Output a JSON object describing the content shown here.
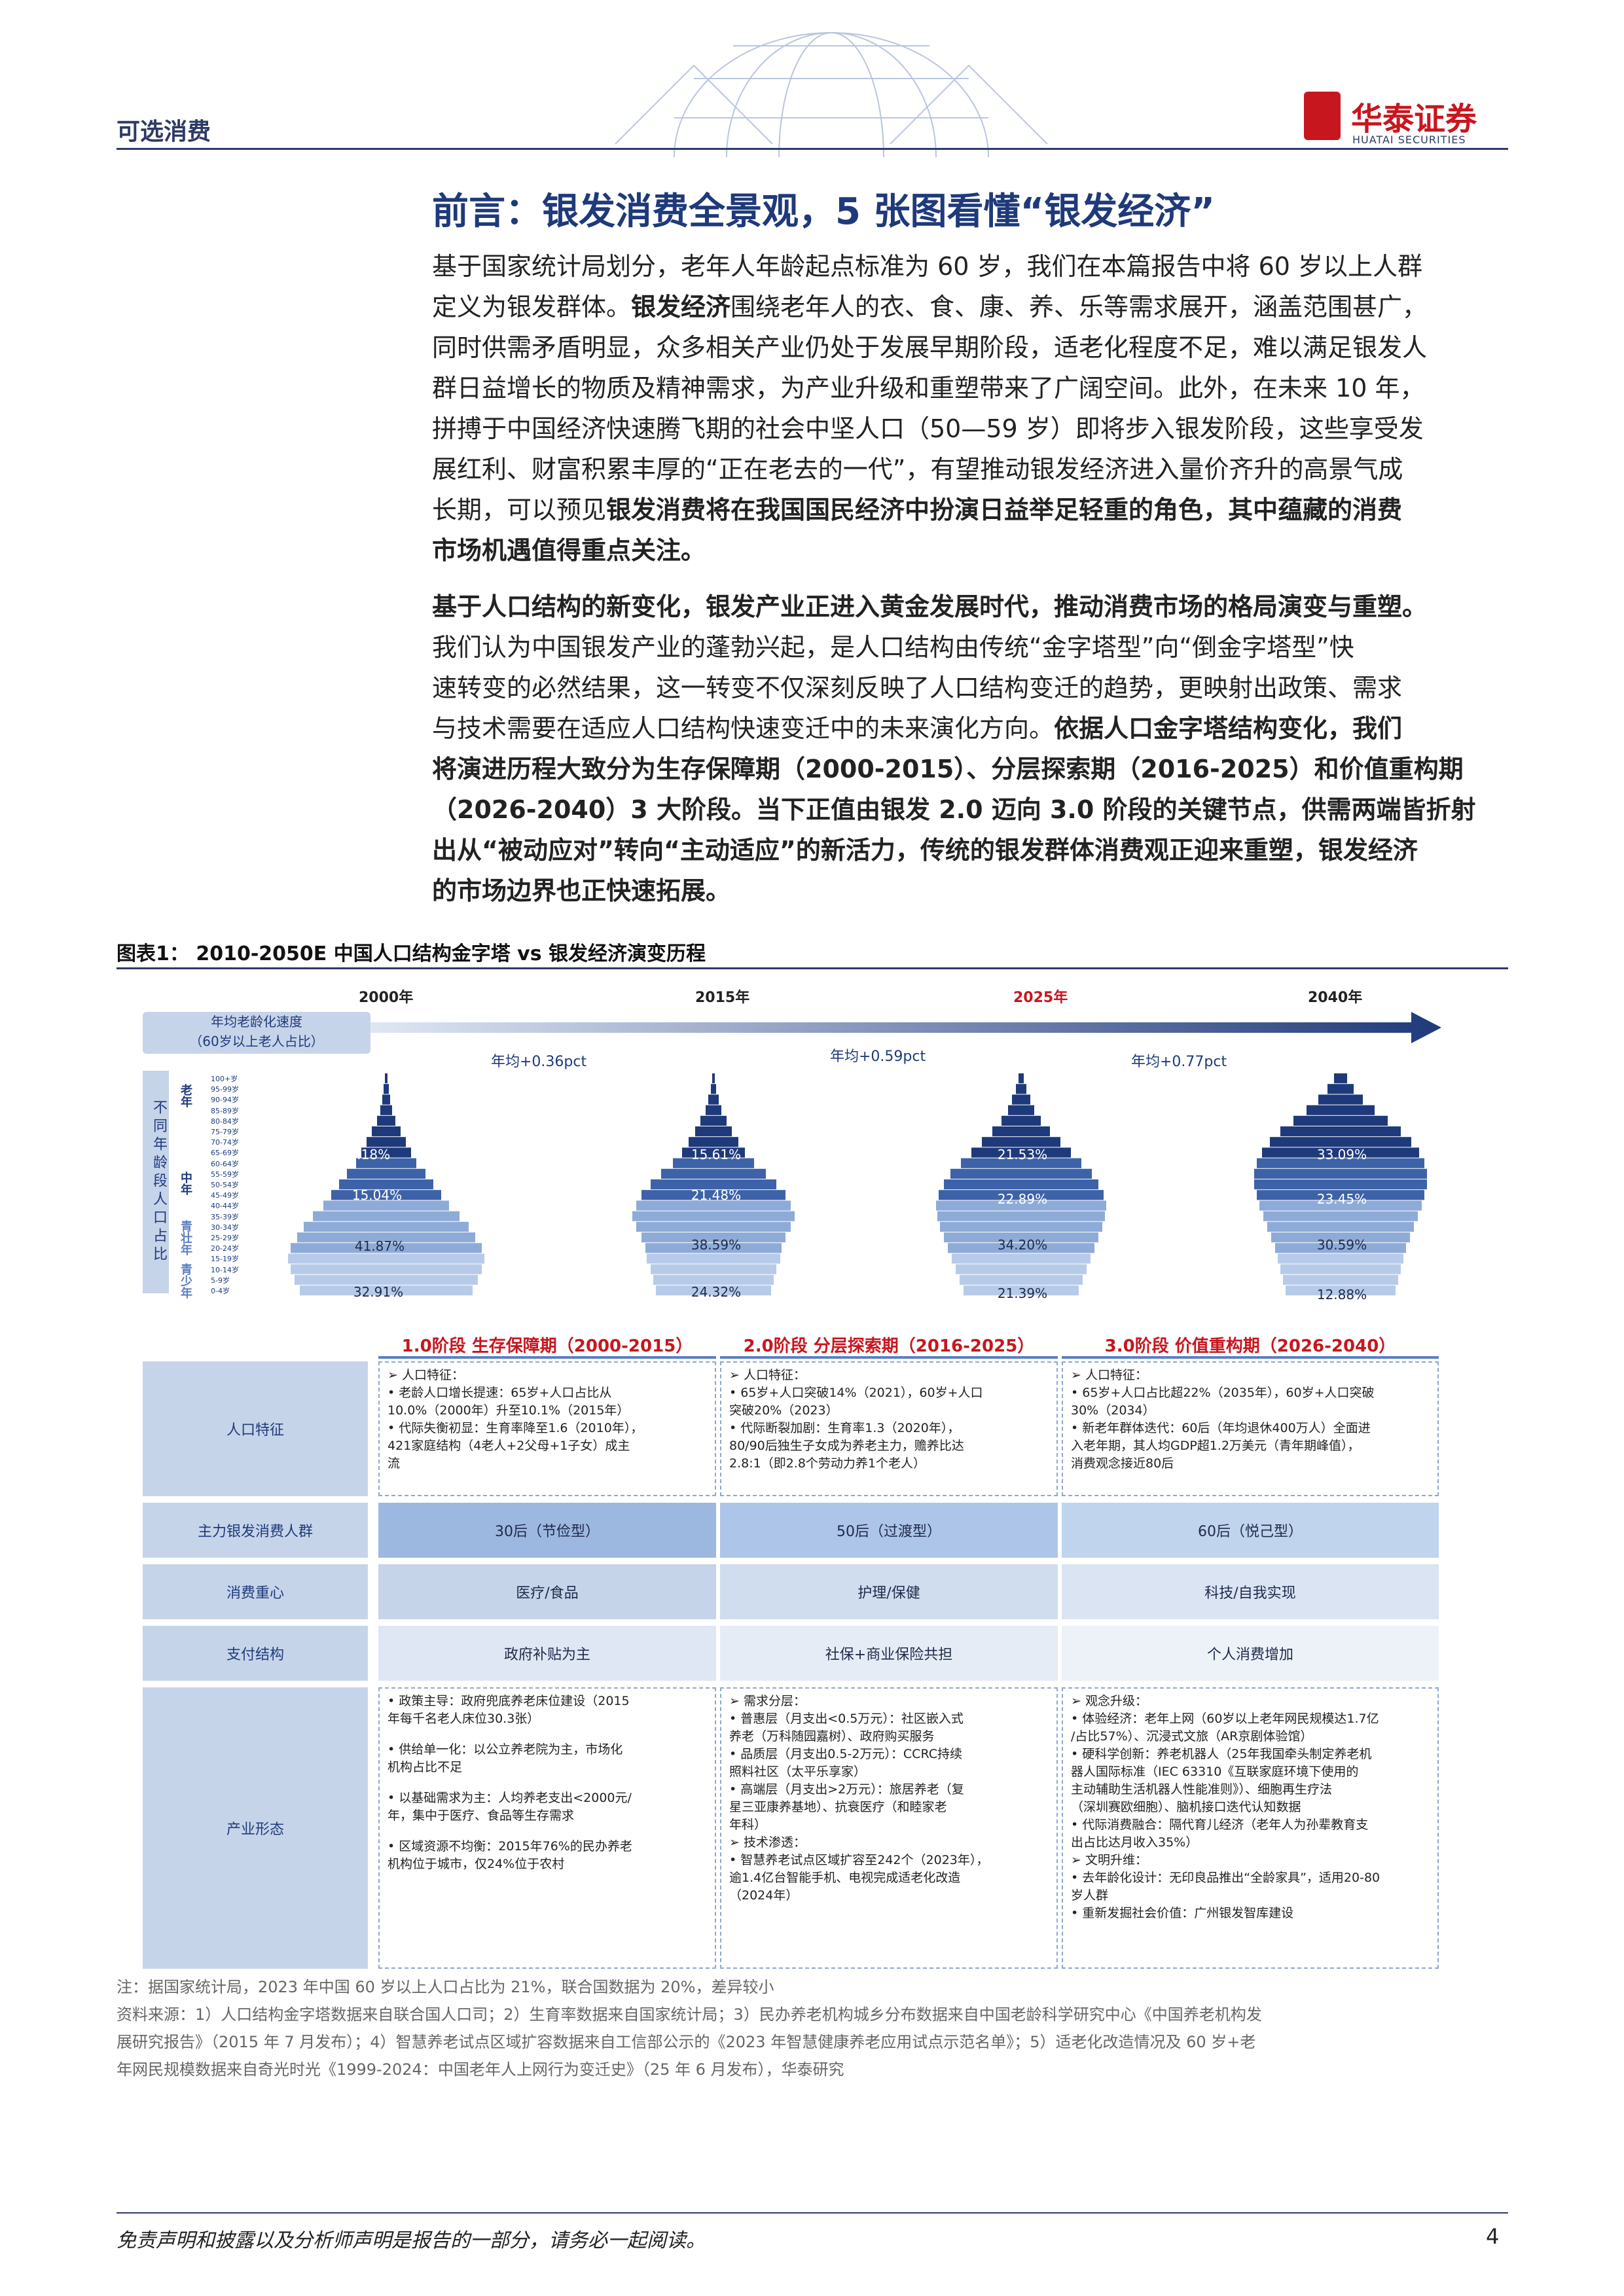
{
  "header": {
    "category": "可选消费",
    "logo_cn": "华泰证券",
    "logo_en": "HUATAI SECURITIES"
  },
  "title": "前言：银发消费全景观，5 张图看懂“银发经济”",
  "para1": {
    "l1": "基于国家统计局划分，老年人年龄起点标准为 60 岁，我们在本篇报告中将 60 岁以上人群",
    "l2a": "定义为银发群体。",
    "l2b": "银发经济",
    "l2c": "围绕老年人的衣、食、康、养、乐等需求展开，涵盖范围甚广，",
    "l3": "同时供需矛盾明显，众多相关产业仍处于发展早期阶段，适老化程度不足，难以满足银发人",
    "l4": "群日益增长的物质及精神需求，为产业升级和重塑带来了广阔空间。此外，在未来 10 年，",
    "l5": "拼搏于中国经济快速腾飞期的社会中坚人口（50—59 岁）即将步入银发阶段，这些享受发",
    "l6": "展红利、财富积累丰厚的“正在老去的一代”，有望推动银发经济进入量价齐升的高景气成",
    "l7a": "长期，可以预见",
    "l7b": "银发消费将在我国国民经济中扮演日益举足轻重的角色，其中蕴藏的消费",
    "l8": "市场机遇值得重点关注。"
  },
  "para2": {
    "l1": "基于人口结构的新变化，银发产业正进入黄金发展时代，推动消费市场的格局演变与重塑。",
    "l2": "我们认为中国银发产业的蓬勃兴起，是人口结构由传统“金字塔型”向“倒金字塔型”快",
    "l3": "速转变的必然结果，这一转变不仅深刻反映了人口结构变迁的趋势，更映射出政策、需求",
    "l4a": "与技术需要在适应人口结构快速变迁中的未来演化方向。",
    "l4b": "依据人口金字塔结构变化，我们",
    "l5": "将演进历程大致分为生存保障期（2000-2015）、分层探索期（2016-2025）和价值重构期",
    "l6": "（2026-2040）3 大阶段。当下正值由银发 2.0 迈向 3.0 阶段的关键节点，供需两端皆折射",
    "l7": "出从“被动应对”转向“主动适应”的新活力，传统的银发群体消费观正迎来重塑，银发经济",
    "l8": "的市场边界也正快速拓展。"
  },
  "figure": {
    "title": "图表1：  2010-2050E 中国人口结构金字塔 vs 银发经济演变历程",
    "speed_label_1": "年均老龄化速度",
    "speed_label_2": "（60岁以上老人占比）",
    "years": [
      "2000年",
      "2015年",
      "2025年",
      "2040年"
    ],
    "rates": [
      "年均+0.36pct",
      "年均+0.59pct",
      "年均+0.77pct"
    ],
    "ylabel": "不同年龄段人口占比",
    "group_labels": [
      "老年",
      "中年",
      "青壮年",
      "青少年"
    ],
    "age_ticks": [
      "100+岁",
      "95-99岁",
      "90-94岁",
      "85-89岁",
      "80-84岁",
      "75-79岁",
      "70-74岁",
      "65-69岁",
      "60-64岁",
      "55-59岁",
      "50-54岁",
      "45-49岁",
      "40-44岁",
      "35-39岁",
      "30-34岁",
      "25-29岁",
      "20-24岁",
      "15-19岁",
      "10-14岁",
      "5-9岁",
      "0-4岁"
    ],
    "pyramids": [
      {
        "p1": "10.18%",
        "p2": "15.04%",
        "p3": "41.87%",
        "p4": "32.91%"
      },
      {
        "p1": "15.61%",
        "p2": "21.48%",
        "p3": "38.59%",
        "p4": "24.32%"
      },
      {
        "p1": "21.53%",
        "p2": "22.89%",
        "p3": "34.20%",
        "p4": "21.39%"
      },
      {
        "p1": "33.09%",
        "p2": "23.45%",
        "p3": "30.59%",
        "p4": "12.88%"
      }
    ],
    "stages": [
      "1.0阶段 生存保障期（2000-2015）",
      "2.0阶段 分层探索期（2016-2025）",
      "3.0阶段 价值重构期（2026-2040）"
    ],
    "rows": {
      "r1": "人口特征",
      "r2": "主力银发消费人群",
      "r3": "消费重心",
      "r4": "支付结构",
      "r5": "产业形态"
    },
    "pop": {
      "c1": [
        "➢ 人口特征：",
        "• 老龄人口增长提速：65岁+人口占比从",
        "  10.0%（2000年）升至10.1%（2015年）",
        "• 代际失衡初显：生育率降至1.6（2010年），",
        "  421家庭结构（4老人+2父母+1子女）成主",
        "  流"
      ],
      "c2": [
        "➢ 人口特征：",
        "• 65岁+人口突破14%（2021），60岁+人口",
        "  突破20%（2023）",
        "• 代际断裂加剧：生育率1.3（2020年），",
        "  80/90后独生子女成为养老主力，赡养比达",
        "  2.8:1（即2.8个劳动力养1个老人）"
      ],
      "c3": [
        "➢ 人口特征：",
        "• 65岁+人口占比超22%（2035年），60岁+人口突破",
        "  30%（2034）",
        "• 新老年群体迭代：60后（年均退休400万人）全面进",
        "  入老年期，其人均GDP超1.2万美元（青年期峰值），",
        "  消费观念接近80后"
      ]
    },
    "consumers": [
      "30后（节俭型）",
      "50后（过渡型）",
      "60后（悦己型）"
    ],
    "focus": [
      "医疗/食品",
      "护理/保健",
      "科技/自我实现"
    ],
    "pay": [
      "政府补贴为主",
      "社保+商业保险共担",
      "个人消费增加"
    ],
    "industry": {
      "c1": [
        "• 政策主导：政府兜底养老床位建设（2015",
        "  年每千名老人床位30.3张）",
        "",
        "• 供给单一化：以公立养老院为主，市场化",
        "  机构占比不足",
        "",
        "• 以基础需求为主：人均养老支出<2000元/",
        "  年，集中于医疗、食品等生存需求",
        "",
        "• 区域资源不均衡：2015年76%的民办养老",
        "  机构位于城市，仅24%位于农村"
      ],
      "c2": [
        "➢ 需求分层：",
        "• 普惠层（月支出<0.5万元）：社区嵌入式",
        "  养老（万科随园嘉树）、政府购买服务",
        "• 品质层（月支出0.5-2万元）：CCRC持续",
        "  照料社区（太平乐享家）",
        "• 高端层（月支出>2万元）：旅居养老（复",
        "  星三亚康养基地）、抗衰医疗（和睦家老",
        "  年科）",
        "➢ 技术渗透：",
        "• 智慧养老试点区域扩容至242个（2023年），",
        "  逾1.4亿台智能手机、电视完成适老化改造",
        "  （2024年）"
      ],
      "c3": [
        "➢ 观念升级：",
        "• 体验经济：老年上网（60岁以上老年网民规模达1.7亿",
        "  /占比57%）、沉浸式文旅（AR京剧体验馆）",
        "• 硬科学创新：养老机器人（25年我国牵头制定养老机",
        "  器人国际标准（IEC 63310《互联家庭环境下使用的",
        "  主动辅助生活机器人性能准则》）、细胞再生疗法",
        "  （深圳赛欧细胞）、脑机接口迭代认知数据",
        "• 代际消费融合：隔代育儿经济（老年人为孙辈教育支",
        "  出占比达月收入35%）",
        "➢ 文明升维：",
        "• 去年龄化设计：无印良品推出“全龄家具”，适用20-80",
        "  岁人群",
        "• 重新发掘社会价值：广州银发智库建设"
      ]
    }
  },
  "notes": {
    "n1": "注：据国家统计局，2023 年中国 60 岁以上人口占比为 21%，联合国数据为 20%，差异较小",
    "n2": "资料来源：1）人口结构金字塔数据来自联合国人口司；2）生育率数据来自国家统计局；3）民办养老机构城乡分布数据来自中国老龄科学研究中心《中国养老机构发",
    "n3": "展研究报告》（2015 年 7 月发布）；4）智慧养老试点区域扩容数据来自工信部公示的《2023 年智慧健康养老应用试点示范名单》；5）适老化改造情况及 60 岁+老",
    "n4": "年网民规模数据来自奇光时光《1999-2024：中国老年人上网行为变迁史》（25 年 6 月发布），华泰研究"
  },
  "footer": {
    "text": "免责声明和披露以及分析师声明是报告的一部分，请务必一起阅读。",
    "page": "4"
  },
  "colors": {
    "navy": "#1f3a7a",
    "mid": "#5b7fc2",
    "light": "#9db8e0",
    "pale": "#c6d4ea",
    "red": "#c8161e"
  }
}
